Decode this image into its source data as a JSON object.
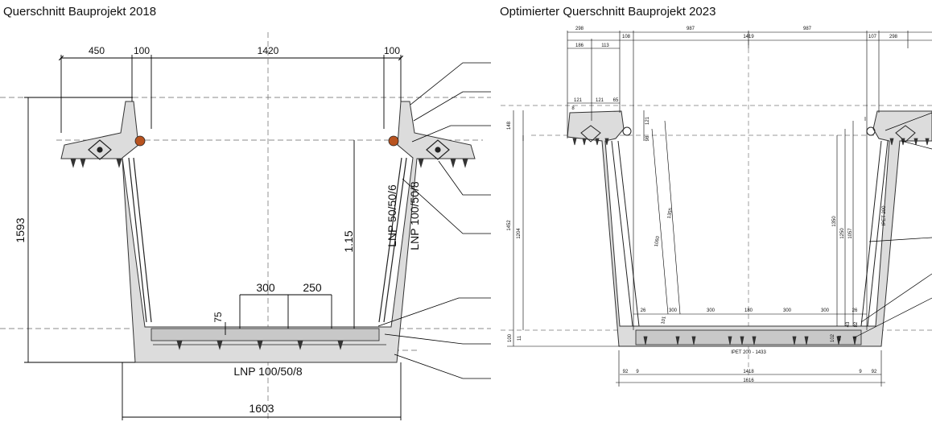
{
  "titles": {
    "left": "Querschnitt Bauprojekt 2018",
    "right": "Optimierter Querschnitt Bauprojekt 2023"
  },
  "left": {
    "dims_top": [
      "450",
      "100",
      "1420",
      "100"
    ],
    "height": "1593",
    "bottom_width": "1603",
    "bottom_profile": "LNP 100/50/8",
    "profile_inner": "LNP 50/50/6",
    "profile_outer": "LNP 100/50/8",
    "rail_height": "1.15",
    "spacing_a": "300",
    "spacing_b": "250",
    "slab": "75"
  },
  "right": {
    "top_dims": [
      "298",
      "108",
      "987",
      "1419",
      "987",
      "107",
      "298"
    ],
    "top_sub": [
      "186",
      "113"
    ],
    "shoulder": [
      "121",
      "121",
      "65",
      "8"
    ],
    "left_heights": [
      "148",
      "1452",
      "1204"
    ],
    "inner_heights": [
      "1060",
      "1355",
      "121",
      "101",
      "98"
    ],
    "right_heights": [
      "1350",
      "1250",
      "1057"
    ],
    "profile_right": "IPET 200",
    "bottom_spacing": [
      "26",
      "300",
      "300",
      "180",
      "300",
      "300",
      "26"
    ],
    "base_left": [
      "100",
      "11"
    ],
    "base_right": [
      "102",
      "43",
      "43",
      "82"
    ],
    "bottom_profile": "IPET 200 - 1433",
    "bottom_left": [
      "92",
      "9"
    ],
    "bottom_mid": "1418",
    "bottom_total": "1616",
    "bottom_right": [
      "9",
      "92"
    ]
  }
}
